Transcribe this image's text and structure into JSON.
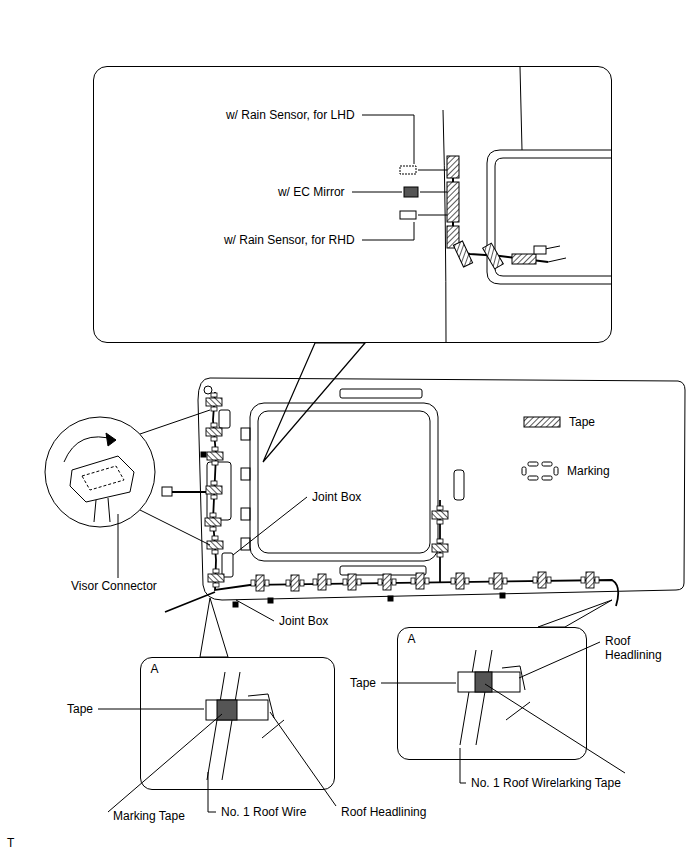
{
  "diagram": {
    "nodes": [
      {
        "text": [
          "w/ Rain Sensor, for LHD",
          "w/ EC Mirror",
          "w/ Rain Sensor, for RHD"
        ]
      },
      {
        "text": [
          "A"
        ]
      },
      {
        "text": [
          "A"
        ]
      }
    ],
    "labels": [
      "Joint Box",
      "Joint Box",
      "Visor Connector",
      "Tape",
      "Marking Tape",
      "No. 1 Roof Wire",
      "Roof Headlining",
      "Tape",
      "Roof Headlining",
      "Marking Tape",
      "No. 1 Roof Wire",
      "T"
    ],
    "legend": [
      {
        "text": "Tape"
      },
      {
        "text": "Marking"
      }
    ]
  }
}
